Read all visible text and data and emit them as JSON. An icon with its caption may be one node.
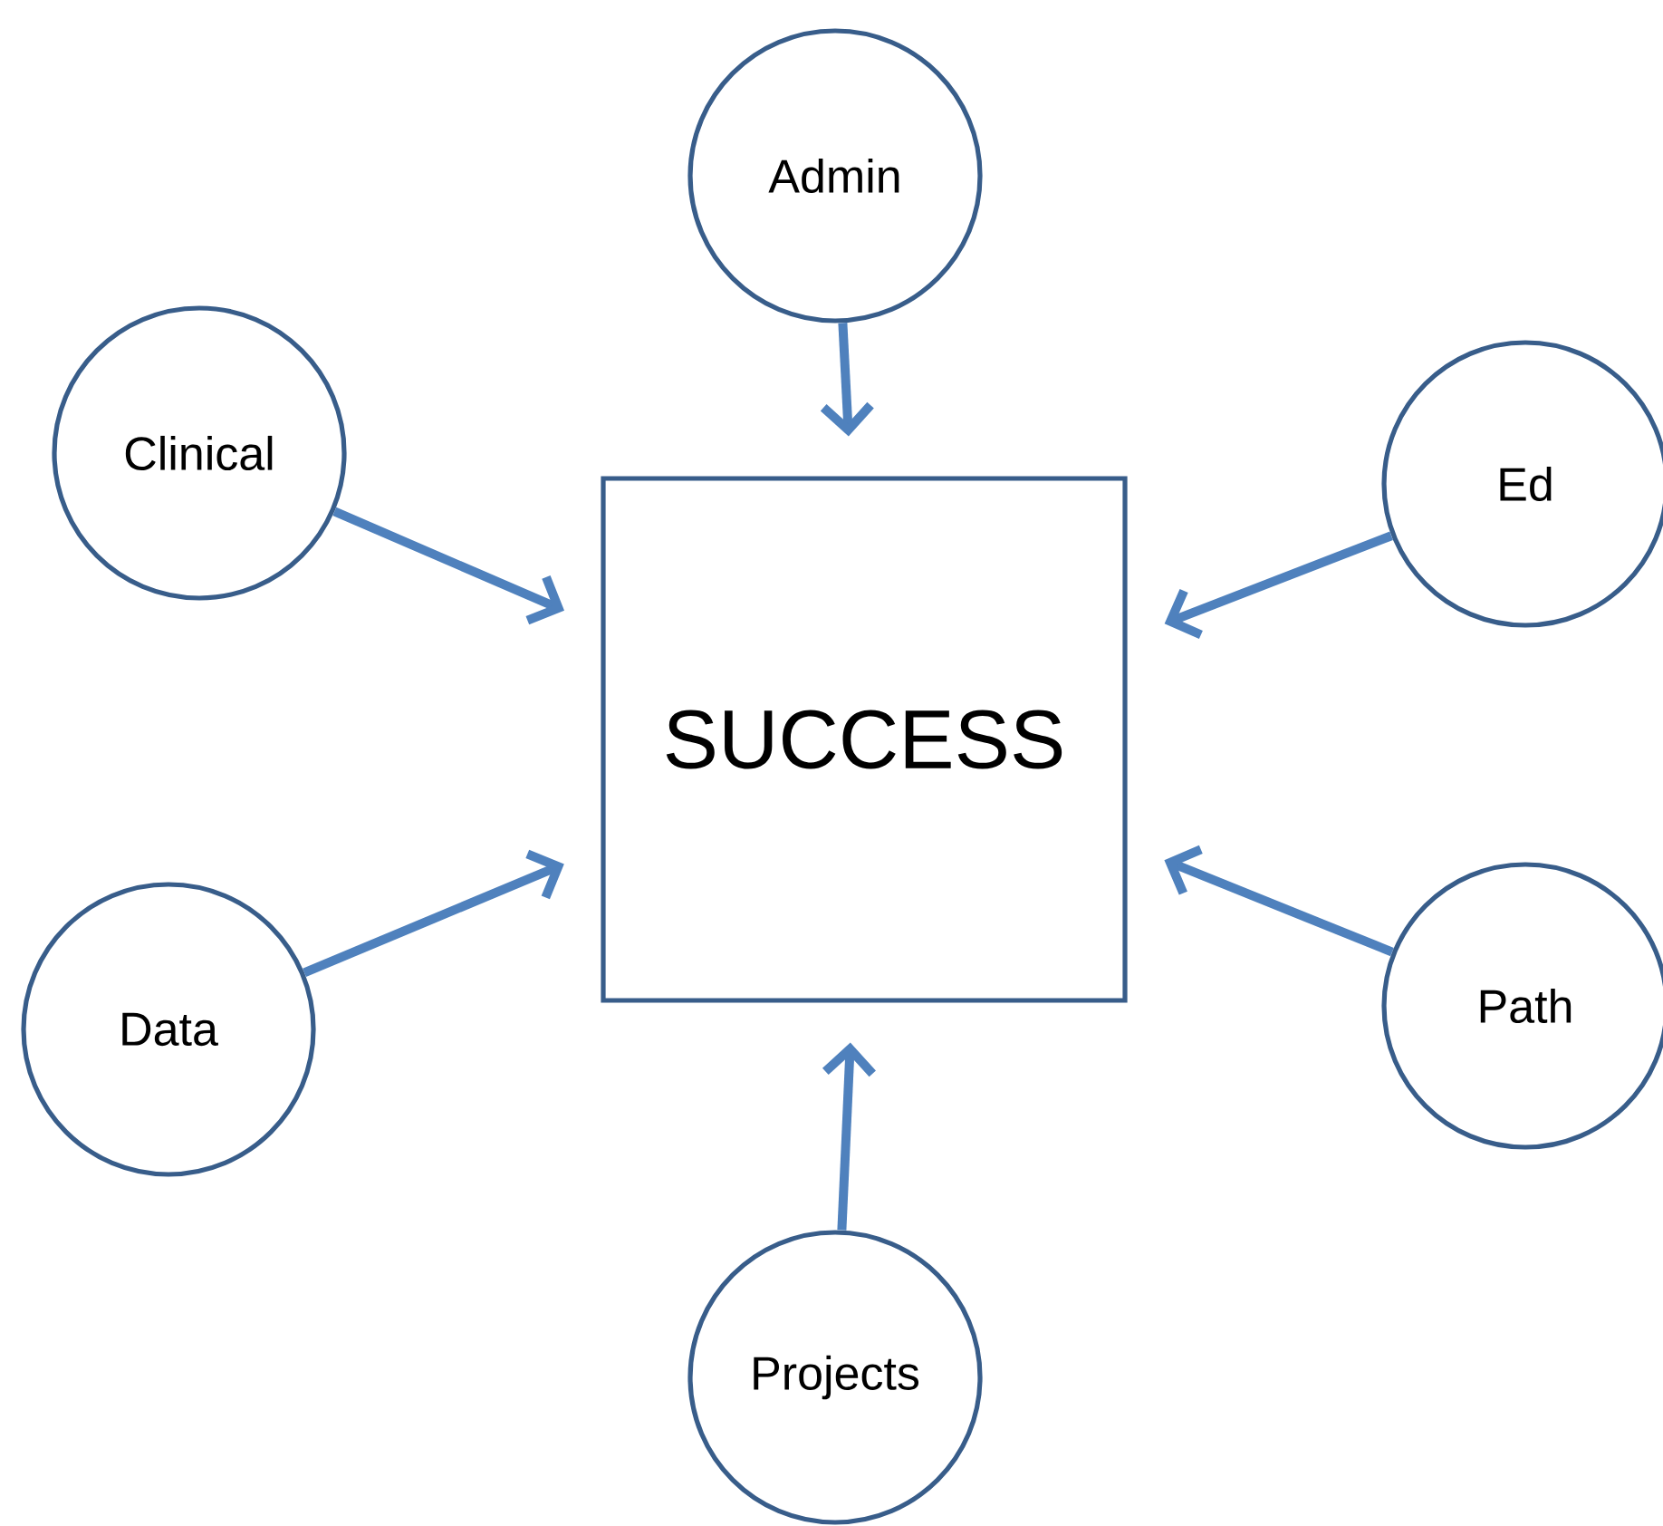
{
  "diagram": {
    "nodes": [
      {
        "text": [
          "Admin"
        ]
      },
      {
        "text": [
          "Clinical"
        ]
      },
      {
        "text": [
          "Ed"
        ]
      },
      {
        "text": [
          "SUCCESS"
        ]
      },
      {
        "text": [
          "Data"
        ]
      },
      {
        "text": [
          "Path"
        ]
      },
      {
        "text": [
          "Projects"
        ]
      }
    ],
    "edges": [
      {
        "from": 0,
        "to": 3,
        "arrow": "to"
      },
      {
        "from": 1,
        "to": 3,
        "arrow": "to"
      },
      {
        "from": 2,
        "to": 3,
        "arrow": "to"
      },
      {
        "from": 4,
        "to": 3,
        "arrow": "to"
      },
      {
        "from": 5,
        "to": 3,
        "arrow": "to"
      },
      {
        "from": 6,
        "to": 3,
        "arrow": "to"
      }
    ]
  }
}
